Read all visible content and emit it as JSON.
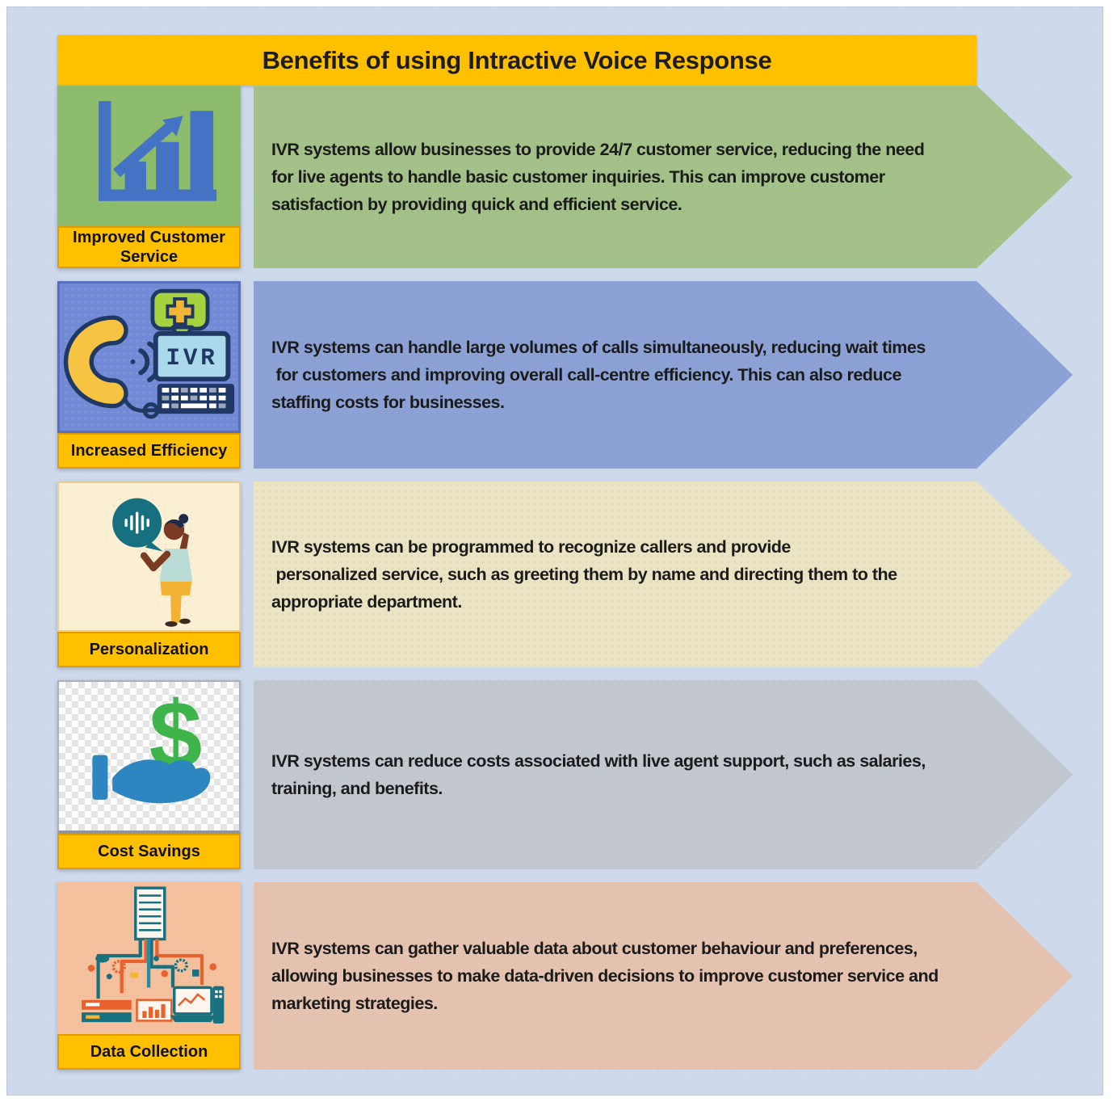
{
  "title": "Benefits of using Intractive Voice Response",
  "palette": {
    "page_background": "#CEDAEC",
    "banner_gold": "#FFC000",
    "label_border": "#E39C00",
    "text": "#1B1B1B"
  },
  "rows": [
    {
      "label": "Improved Customer Service",
      "icon": "bar-chart-growth-icon",
      "tile_bg": "#8DBC6C",
      "arrow_color": "#A3C189",
      "description": "IVR systems allow businesses to provide 24/7 customer service, reducing the need\nfor live agents to handle basic customer inquiries. This can improve customer\nsatisfaction by providing quick and efficient service."
    },
    {
      "label": "Increased Efficiency",
      "icon": "ivr-phone-system-icon",
      "icon_text": "IVR",
      "tile_bg": "#7289D6",
      "arrow_color": "#8CA1D5",
      "description": "IVR systems can handle large volumes of calls simultaneously, reducing wait times\n for customers and improving overall call-centre efficiency. This can also reduce\nstaffing costs for businesses."
    },
    {
      "label": "Personalization",
      "icon": "person-voice-call-icon",
      "tile_bg": "#FBF0D4",
      "arrow_color": "#EAE3C4",
      "description": "IVR systems can be programmed to recognize callers and provide\n personalized service, such as greeting them by name and directing them to the\nappropriate department."
    },
    {
      "label": "Cost Savings",
      "icon": "hand-dollar-icon",
      "icon_symbol": "$",
      "tile_bg": "#FFFFFF",
      "arrow_color": "#C3C8D0",
      "description": "IVR systems can reduce costs associated with live agent support, such as salaries,\ntraining, and benefits."
    },
    {
      "label": "Data Collection",
      "icon": "data-network-icon",
      "tile_bg": "#F4C09E",
      "arrow_color": "#E5C3B0",
      "description": "IVR systems can gather valuable data about customer behaviour and preferences,\nallowing businesses to make data-driven decisions to improve customer service and\nmarketing strategies."
    }
  ]
}
